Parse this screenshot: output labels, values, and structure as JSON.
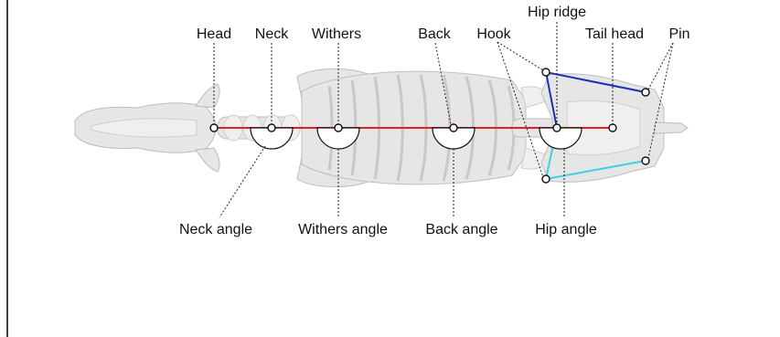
{
  "labels": {
    "head": "Head",
    "neck": "Neck",
    "withers": "Withers",
    "back": "Back",
    "hook": "Hook",
    "hip_ridge": "Hip ridge",
    "tail_head": "Tail head",
    "pin": "Pin",
    "neck_angle": "Neck angle",
    "withers_angle": "Withers angle",
    "back_angle": "Back angle",
    "hip_angle": "Hip angle"
  },
  "colors": {
    "spine_line": "#e32020",
    "upper_hook_pin_line": "#1f2fb5",
    "lower_hook_pin_line": "#3fd0e0",
    "leader_line": "#222222",
    "bone_fill": "#e6e6e6"
  }
}
